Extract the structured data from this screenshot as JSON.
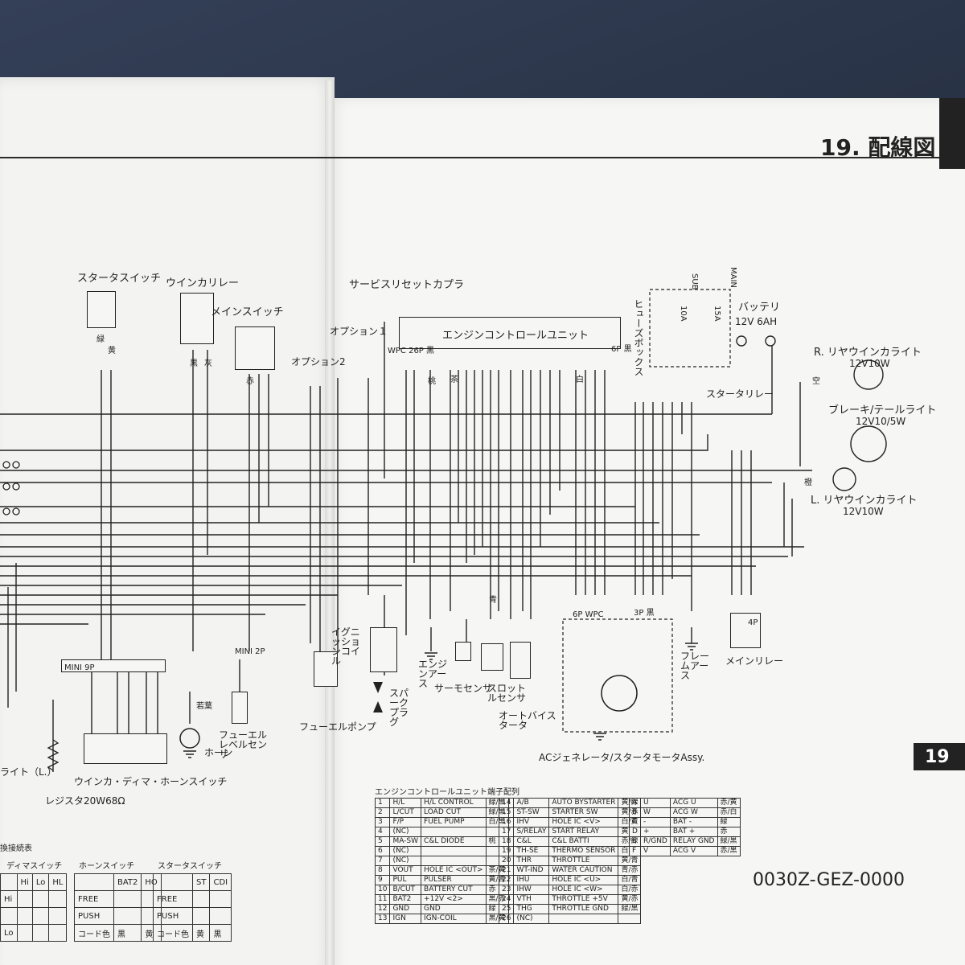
{
  "header": {
    "title": "19. 配線図",
    "section_tab": "19",
    "document_number": "0030Z-GEZ-0000"
  },
  "components": {
    "starter_switch": "スタータスイッチ",
    "winker_relay": "ウインカリレー",
    "main_switch": "メインスイッチ",
    "service_reset_coupler": "サービスリセットカプラ",
    "ecu": "エンジンコントロールユニット",
    "option1": "オプション１",
    "option2": "オプション2",
    "fuse_box": "ヒューズボックス",
    "battery": "バッテリ",
    "battery_spec": "12V 6AH",
    "starter_relay": "スタータリレー",
    "sub": "SUB",
    "main": "MAIN",
    "fuse_10a": "10A",
    "fuse_15a": "15A",
    "r_rear_winker": "R. リヤウインカライト",
    "r_rear_winker_spec": "12V10W",
    "brake_tail": "ブレーキ/テールライト",
    "brake_tail_spec": "12V10/5W",
    "l_rear_winker": "L. リヤウインカライト",
    "l_rear_winker_spec": "12V10W",
    "ignition_coil": "イグニッションコイル",
    "spark_plug": "スパークプラグ",
    "engine_earth": "エンジンアース",
    "thermo_sensor": "サーモセンサ",
    "throttle_sensor": "スロットルセンサ",
    "auto_bystarter": "オートバイスタータ",
    "generator": "ACジェネレータ/スタータモータAssy.",
    "frame_earth": "フレームアース",
    "main_relay": "メインリレー",
    "fuel_level_sensor": "フューエルレベルセンサ",
    "fuel_pump": "フューエルポンプ",
    "horn": "ホーン",
    "winker_dimmer_horn_switch": "ウインカ・ディマ・ホーンスイッチ",
    "resistor": "レジスタ20W68Ω",
    "light_l": "ライト（L.）",
    "wpc_26p": "WPC 26P 黒",
    "mini_2p": "MINI 2P",
    "mini_9p": "MINI 9P",
    "wpc_6p": "6P WPC",
    "connector_3p": "3P 黒",
    "connector_4p": "4P",
    "connector_6p_ecu": "6P 黒"
  },
  "wire_colors": {
    "green": "緑",
    "yellow": "黄",
    "black": "黒",
    "red": "赤",
    "white": "白",
    "orange": "橙",
    "pink": "桃",
    "brown": "茶",
    "light_blue": "空",
    "gray": "灰",
    "blue": "青",
    "light_green": "若葉"
  },
  "ecu_pin_table": {
    "title": "エンジンコントロールユニット端子配列",
    "left": [
      [
        "1",
        "H/L",
        "H/L CONTROL",
        "緑/黒"
      ],
      [
        "2",
        "L/CUT",
        "LOAD CUT",
        "緑/黒"
      ],
      [
        "3",
        "F/P",
        "FUEL PUMP",
        "白/黒"
      ],
      [
        "4",
        "(NC)",
        "",
        ""
      ],
      [
        "5",
        "MA-SW",
        "C&L DIODE",
        "桃"
      ],
      [
        "6",
        "(NC)",
        "",
        ""
      ],
      [
        "7",
        "(NC)",
        "",
        ""
      ],
      [
        "8",
        "VOUT",
        "HOLE IC <OUT>",
        "茶/黄"
      ],
      [
        "9",
        "PUL",
        "PULSER",
        "黄/青"
      ],
      [
        "10",
        "B/CUT",
        "BATTERY CUT",
        "赤"
      ],
      [
        "11",
        "BAT2",
        "+12V <2>",
        "黒/赤"
      ],
      [
        "12",
        "GND",
        "GND",
        "緑"
      ],
      [
        "13",
        "IGN",
        "IGN-COIL",
        "黒/黄"
      ]
    ],
    "mid": [
      [
        "14",
        "A/B",
        "AUTO BYSTARTER",
        "黄/緑"
      ],
      [
        "15",
        "ST-SW",
        "STARTER SW",
        "黄/赤"
      ],
      [
        "16",
        "IHV",
        "HOLE IC <V>",
        "白/黄"
      ],
      [
        "17",
        "S/RELAY",
        "START RELAY",
        "黄"
      ],
      [
        "18",
        "C&L",
        "C&L BATTI",
        "赤/緑"
      ],
      [
        "19",
        "TH-SE",
        "THERMO SENSOR",
        "白"
      ],
      [
        "20",
        "THR",
        "THROTTLE",
        "黄/青"
      ],
      [
        "21",
        "WT-IND",
        "WATER CAUTION",
        "青/赤"
      ],
      [
        "22",
        "IHU",
        "HOLE IC <U>",
        "白/青"
      ],
      [
        "23",
        "IHW",
        "HOLE IC <W>",
        "白/赤"
      ],
      [
        "24",
        "VTH",
        "THROTTLE +5V",
        "黄/赤"
      ],
      [
        "25",
        "THG",
        "THROTTLE GND",
        "緑/黒"
      ],
      [
        "26",
        "(NC)",
        "",
        ""
      ]
    ],
    "right": [
      [
        "A",
        "U",
        "ACG U",
        "赤/黄"
      ],
      [
        "B",
        "W",
        "ACG W",
        "赤/白"
      ],
      [
        "C",
        "-",
        "BAT -",
        "緑"
      ],
      [
        "D",
        "+",
        "BAT +",
        "赤"
      ],
      [
        "E",
        "R/GND",
        "RELAY GND",
        "緑/黒"
      ],
      [
        "F",
        "V",
        "ACG V",
        "赤/黒"
      ]
    ]
  },
  "connection_tables": {
    "title": "換接続表",
    "dimmer": {
      "title": "ディマスイッチ",
      "cols": [
        "Hi",
        "Lo",
        "HL"
      ],
      "rows": [
        "Hi",
        "",
        "Lo"
      ]
    },
    "horn": {
      "title": "ホーンスイッチ",
      "cols": [
        "BAT2",
        "HO"
      ],
      "rows": [
        "FREE",
        "PUSH",
        "コード色"
      ],
      "colors": [
        "黒",
        "黄"
      ]
    },
    "starter": {
      "title": "スタータスイッチ",
      "cols": [
        "ST",
        "CDI"
      ],
      "rows": [
        "FREE",
        "PUSH",
        "コード色"
      ],
      "colors": [
        "黄",
        "黒"
      ]
    }
  },
  "colors": {
    "ink": "#222222",
    "paper": "#f6f6f4",
    "cloth": "#2a3142"
  }
}
